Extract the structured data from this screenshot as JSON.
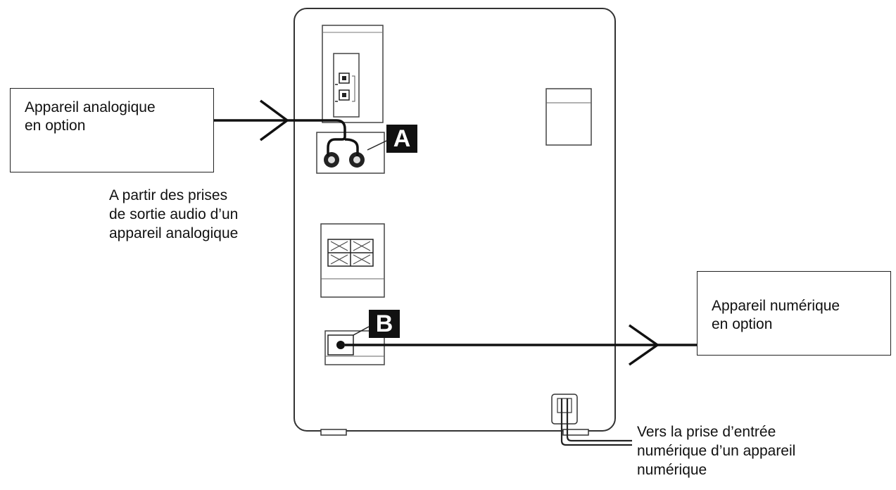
{
  "analog_device": {
    "line1": "Appareil analogique",
    "line2": "en option"
  },
  "digital_device": {
    "line1": "Appareil numérique",
    "line2": "en option"
  },
  "analog_source": {
    "lines": [
      "A partir des prises",
      "de sortie audio d’un",
      "appareil analogique"
    ]
  },
  "digital_destination": {
    "lines": [
      "Vers la prise d’entrée",
      "numérique d’un appareil",
      "numérique"
    ]
  },
  "jack_labels": {
    "a": "A",
    "b": "B"
  },
  "colors": {
    "line": "#111111",
    "panel": "#ffffff",
    "outline": "#333333"
  }
}
